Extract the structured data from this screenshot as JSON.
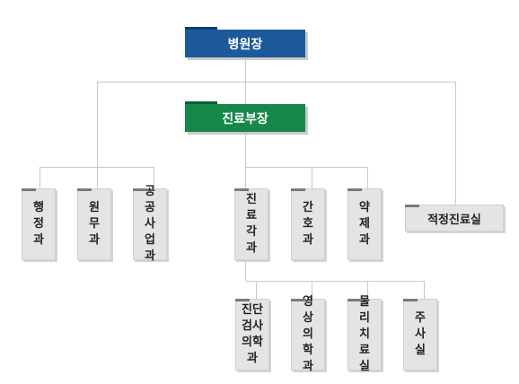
{
  "org_chart": {
    "director": "병원장",
    "medical_director": "진료부장",
    "admin_departments": [
      "행정과",
      "원무과",
      "공공사업과"
    ],
    "medical_departments": [
      "진료각과",
      "간호과",
      "약제과"
    ],
    "appropriate_care_office": "적정진료실",
    "clinical_sub_departments": [
      "진단검사의학과",
      "영상의학과",
      "물리치료실",
      "주사실"
    ]
  },
  "colors": {
    "director_box": "#1c5a9c",
    "medical_director_box": "#16884a",
    "department_box": "#e4e4e4",
    "connector_line": "#c8c8c8"
  }
}
